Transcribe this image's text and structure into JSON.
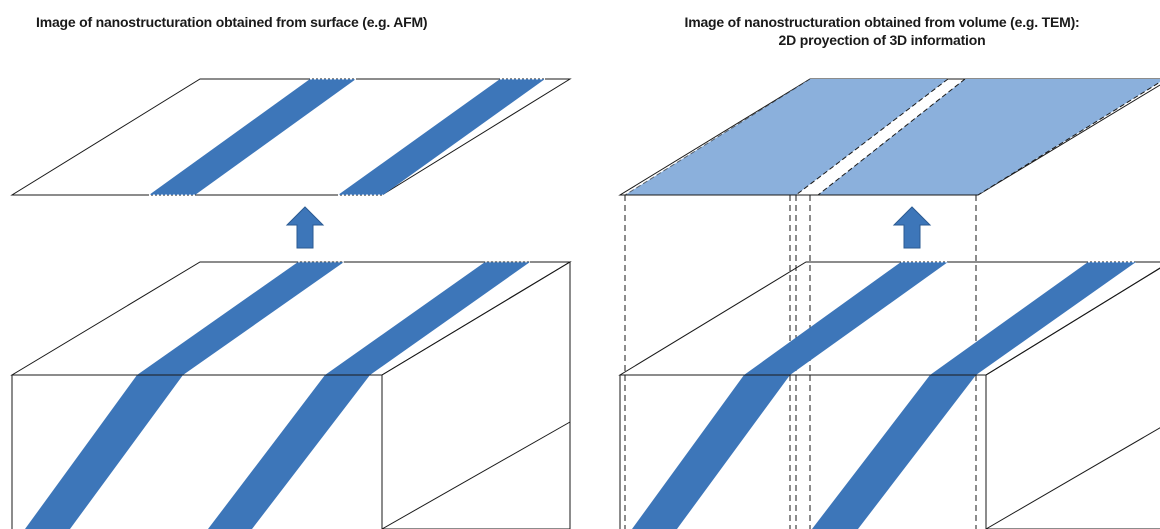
{
  "left_panel": {
    "caption": "Image of nanostructuration obtained from surface (e.g. AFM)"
  },
  "right_panel": {
    "caption_line1": "Image of nanostructuration obtained from volume (e.g. TEM):",
    "caption_line2": "2D proyection of 3D information"
  },
  "colors": {
    "band": "#3d76b9",
    "band_light": "#8bb0dc",
    "outline": "#1a1a1a",
    "arrow": "#3d76b9"
  }
}
